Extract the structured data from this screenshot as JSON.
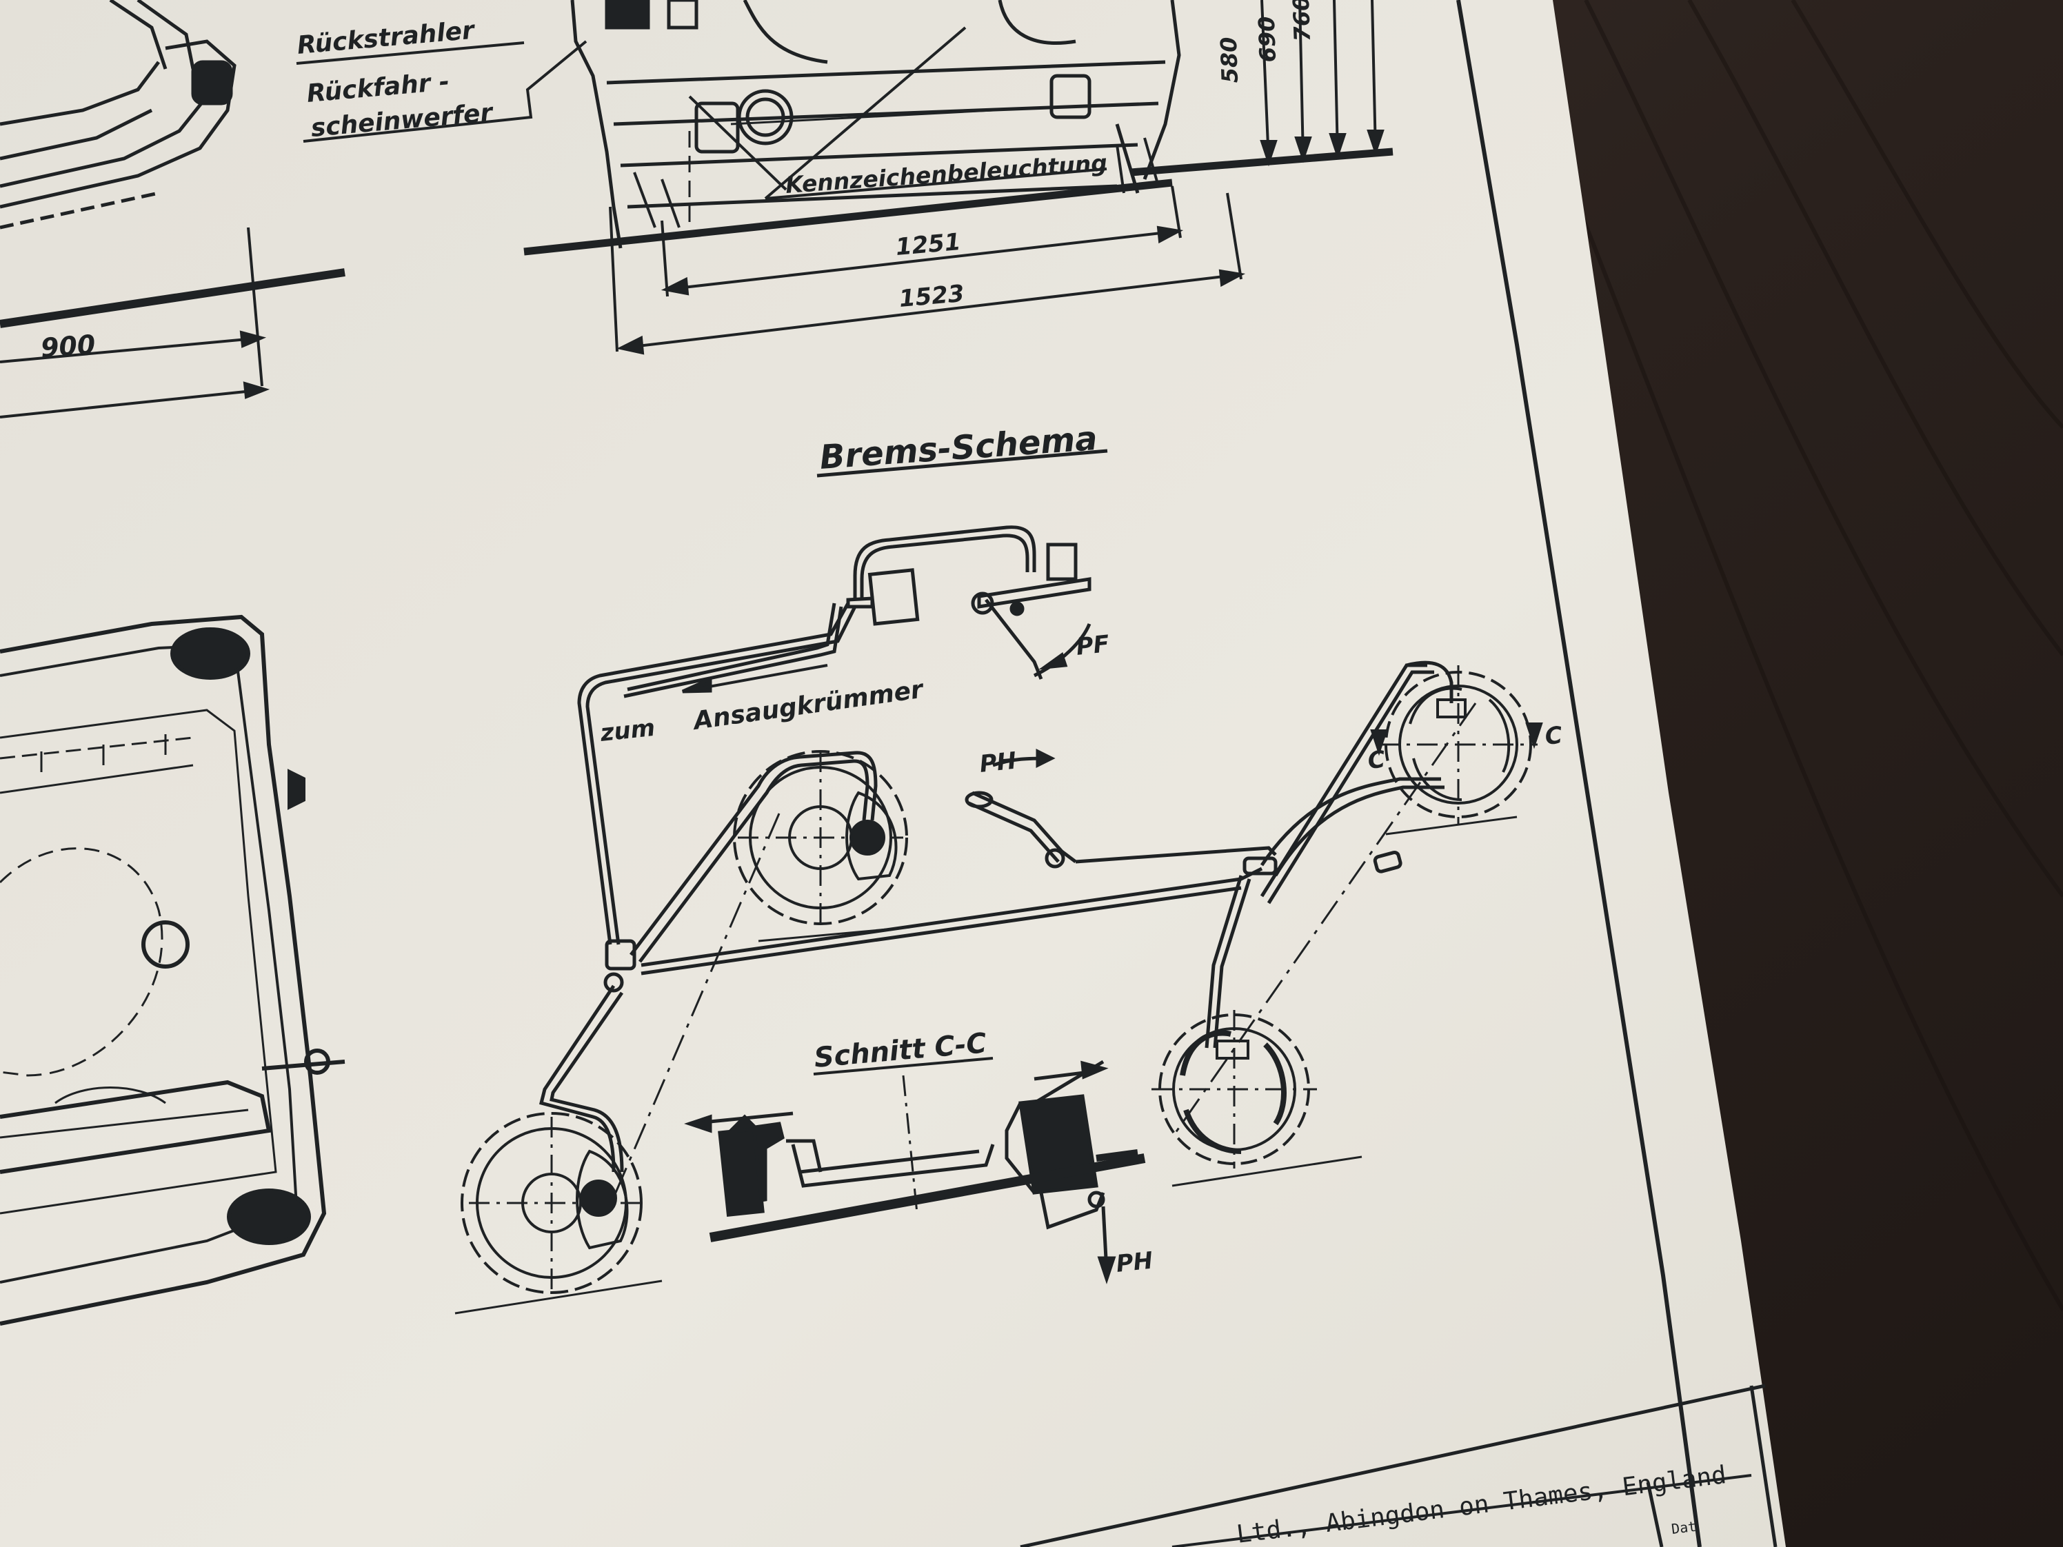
{
  "labels": {
    "rueckstrahler": "Rückstrahler",
    "rueckfahr_1": "Rückfahr -",
    "rueckfahr_2": "scheinwerfer",
    "kennzeichen": "Kennzeichenbeleuchtung",
    "dim_580": "580",
    "dim_690": "690",
    "dim_760": "760",
    "dim_1251": "1251",
    "dim_1523": "1523",
    "dim_900": "900",
    "brems_title": "Brems-Schema",
    "zum": "zum",
    "ansaug": "Ansaugkrümmer",
    "pf": "PF",
    "ph": "PH",
    "c_right": "C",
    "c_left": "C",
    "schnitt": "Schnitt C-C",
    "ph_bottom": "PH",
    "footer": "Ltd., Abingdon on Thames, England",
    "footer_small": "Dat"
  },
  "colors": {
    "paper": "#e7e4dc",
    "ink": "#1f2224",
    "wood": "#2d2420"
  }
}
